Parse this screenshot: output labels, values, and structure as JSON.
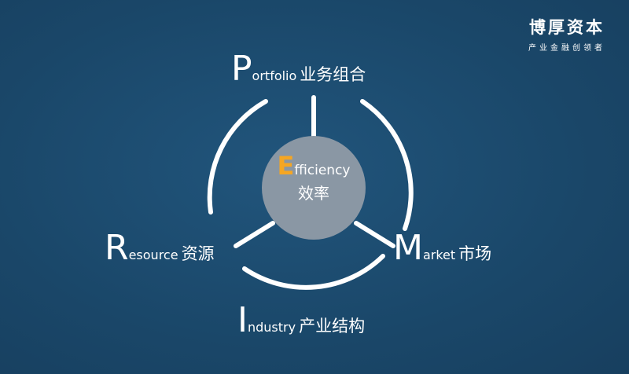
{
  "brand": {
    "name": "博厚资本",
    "tagline": "产业金融创领者"
  },
  "center": {
    "initial": "E",
    "rest": "fficiency",
    "cn": "效率",
    "accent_color": "#f5a623"
  },
  "portfolio": {
    "initial": "P",
    "rest": "ortfolio",
    "cn": "业务组合"
  },
  "market": {
    "initial": "M",
    "rest": "arket",
    "cn": "市场"
  },
  "resource": {
    "initial": "R",
    "rest": "esource",
    "cn": "资源"
  },
  "industry": {
    "initial": "I",
    "rest": "ndustry",
    "cn": "产业结构"
  },
  "colors": {
    "background": "#1b4a6e",
    "center_circle": "#8a97a4",
    "lines": "#ffffff"
  }
}
